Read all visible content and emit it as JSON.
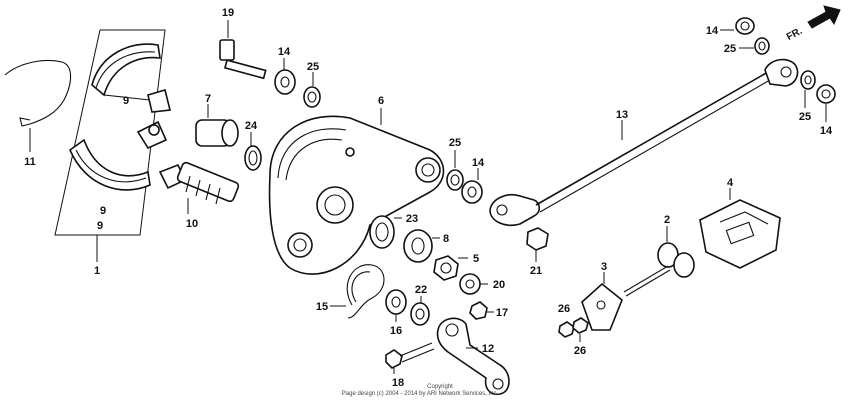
{
  "diagram": {
    "direction_label": "FR.",
    "copyright_line1": "Copyright",
    "copyright_line2": "Page design (c) 2004 - 2014 by ARI Network Services, Inc.",
    "callouts": [
      "1",
      "2",
      "3",
      "4",
      "5",
      "6",
      "7",
      "8",
      "9",
      "9",
      "9",
      "10",
      "11",
      "12",
      "13",
      "14",
      "14",
      "14",
      "14",
      "15",
      "16",
      "17",
      "18",
      "19",
      "20",
      "21",
      "22",
      "23",
      "24",
      "25",
      "25",
      "25",
      "25",
      "26",
      "26"
    ]
  }
}
